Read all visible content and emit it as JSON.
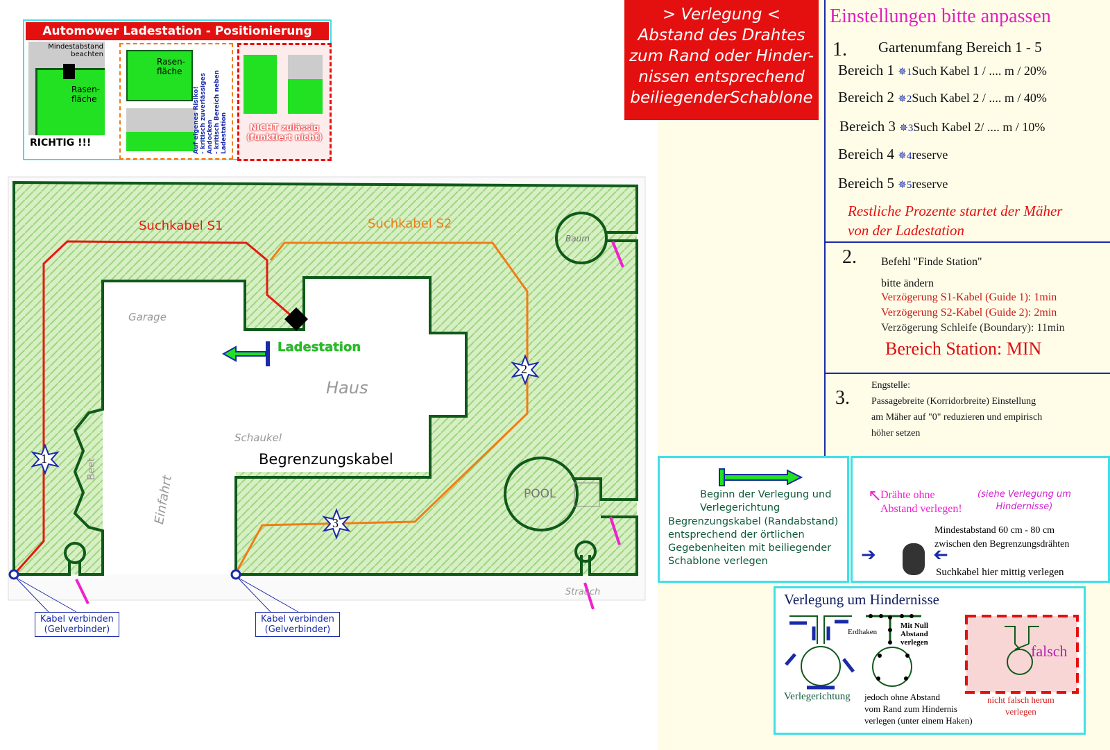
{
  "positioning": {
    "title": "Automower Ladestation - Positionierung",
    "min_distance": "Mindestabstand beachten",
    "lawn": "Rasen-fläche",
    "correct": "RICHTIG !!!",
    "risk_lines": [
      "Auf eigenes Risiko!",
      "- kritisch zuverlässiges Andocken",
      "- kritisch Bereich neben Ladestation"
    ],
    "not_allowed": "NICHT zulässig",
    "not_works": "(funktiert nicht)"
  },
  "map": {
    "s1_label": "Suchkabel S1",
    "s2_label": "Suchkabel S2",
    "station_label": "Ladestation",
    "boundary_label": "Begrenzungskabel",
    "house": "Haus",
    "garage": "Garage",
    "beet": "Beet",
    "einfahrt": "Einfahrt",
    "schaukel": "Schaukel",
    "baum": "Baum",
    "pool": "POOL",
    "strauch": "Strauch",
    "connect_1": [
      "Kabel verbinden",
      "(Gelverbinder)"
    ],
    "connect_2": [
      "Kabel verbinden",
      "(Gelverbinder)"
    ],
    "markers": [
      "1",
      "2",
      "3"
    ],
    "colors": {
      "boundary": "#0f5a1a",
      "s1": "#e41a10",
      "s2": "#f07d14",
      "marker": "#1a2aa8",
      "hint_arrow": "#f020d0"
    }
  },
  "verlegung_box": {
    "lines": [
      "> Verlegung <",
      "Abstand des Drahtes",
      "zum Rand oder Hinder-",
      "nissen entsprechend",
      "beiliegenderSchablone"
    ]
  },
  "settings": {
    "title": "Einstellungen bitte anpassen",
    "s1_num": "1.",
    "s1_heading": "Gartenumfang Bereich 1 - 5",
    "areas": [
      {
        "label": "Bereich 1",
        "star": "1",
        "text": "Such Kabel 1 / .... m / 20%"
      },
      {
        "label": "Bereich 2",
        "star": "2",
        "text": "Such Kabel 2 / .... m / 40%"
      },
      {
        "label": "Bereich 3",
        "star": "3",
        "text": "Such Kabel 2/ .... m / 10%"
      },
      {
        "label": "Bereich 4",
        "star": "4",
        "text": "reserve"
      },
      {
        "label": "Bereich 5",
        "star": "5",
        "text": "reserve"
      }
    ],
    "rest_note": [
      "Restliche Prozente  startet der Mäher",
      "von der Ladestation"
    ],
    "s2_num": "2.",
    "s2_lines": [
      "Befehl \"Finde Station\"",
      "bitte ändern"
    ],
    "delay_s1": "Verzögerung S1-Kabel (Guide 1): 1min",
    "delay_s2": "Verzögerung S2-Kabel (Guide 2): 2min",
    "delay_loop": "Verzögerung Schleife (Boundary): 11min",
    "station_area": "Bereich Station: MIN",
    "s3_num": "3.",
    "s3_lines": [
      "Engstelle:",
      "Passagebreite (Korridorbreite) Einstellung",
      "am Mäher auf \"0\" reduzieren und empirisch",
      "höher setzen"
    ]
  },
  "legend_start": {
    "lines": [
      "Beginn der Verlegung und",
      "Verlegerichtung",
      "Begrenzungskabel (Randabstand)",
      "entsprechend der örtlichen",
      "Gegebenheiten mit beiliegender",
      "Schablone verlegen"
    ]
  },
  "legend_wires": {
    "no_gap": [
      "Drähte ohne",
      "Abstand verlegen!"
    ],
    "see": [
      "(siehe Verlegung um",
      "Hindernisse)"
    ],
    "min_dist": [
      "Mindestabstand 60 cm - 80 cm",
      "zwischen den Begrenzungsdrähten"
    ],
    "guide_center": "Suchkabel hier mittig verlegen"
  },
  "obstacles": {
    "title": "Verlegung um Hindernisse",
    "direction": "Verlegerichtung",
    "earth_hook": "Erdhaken",
    "zero": [
      "Mit Null",
      "Abstand",
      "verlegen"
    ],
    "note": [
      "jedoch ohne Abstand",
      "vom Rand zum Hindernis",
      "verlegen (unter einem Haken)"
    ],
    "wrong": "falsch",
    "wrong_note": [
      "nicht falsch herum",
      "verlegen"
    ]
  }
}
